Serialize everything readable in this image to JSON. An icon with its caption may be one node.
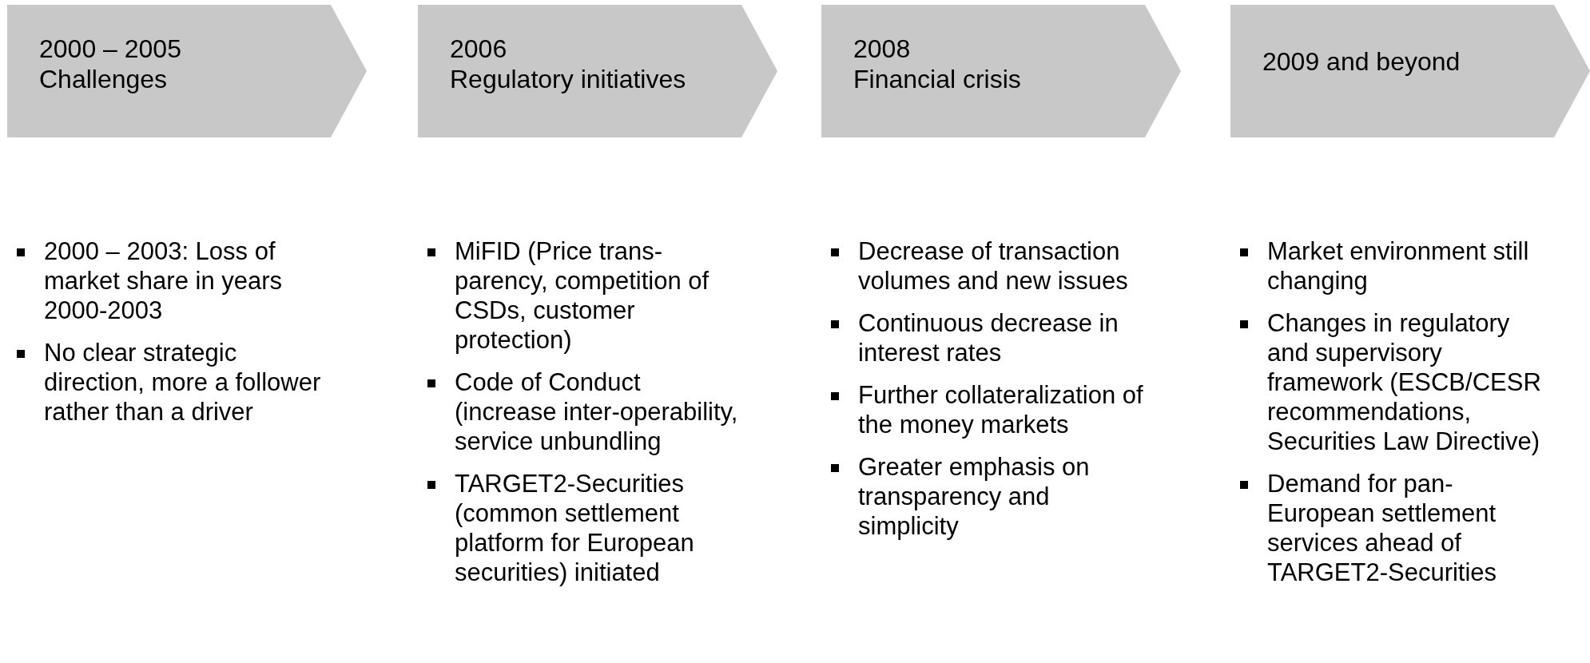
{
  "diagram": {
    "nodes": [
      {
        "text": [
          "2000 – 2005",
          "Challenges"
        ],
        "beside": [
          "2000 – 2003: Loss of market share in years 2000-2003",
          "No clear strategic direction, more a follower rather than a driver"
        ]
      },
      {
        "text": [
          "2006",
          "Regulatory initiatives"
        ],
        "beside": [
          "MiFID (Price trans-parency, competition of CSDs, customer protection)",
          "Code of Conduct (increase inter-operability, service unbundling",
          "TARGET2-Securities (common settlement platform for European securities) initiated"
        ]
      },
      {
        "text": [
          "2008",
          "Financial crisis"
        ],
        "beside": [
          "Decrease of transaction volumes and new issues",
          "Continuous decrease in interest rates",
          "Further collateralization of the money markets",
          "Greater emphasis on transparency and simplicity"
        ]
      },
      {
        "text": [
          "2009 and beyond"
        ],
        "beside": [
          "Market environment still changing",
          "Changes in regulatory and supervisory framework (ESCB/CESR recommendations, Securities Law Directive)",
          "Demand for pan-European settlement services ahead of TARGET2-Securities"
        ]
      }
    ],
    "edges": []
  }
}
